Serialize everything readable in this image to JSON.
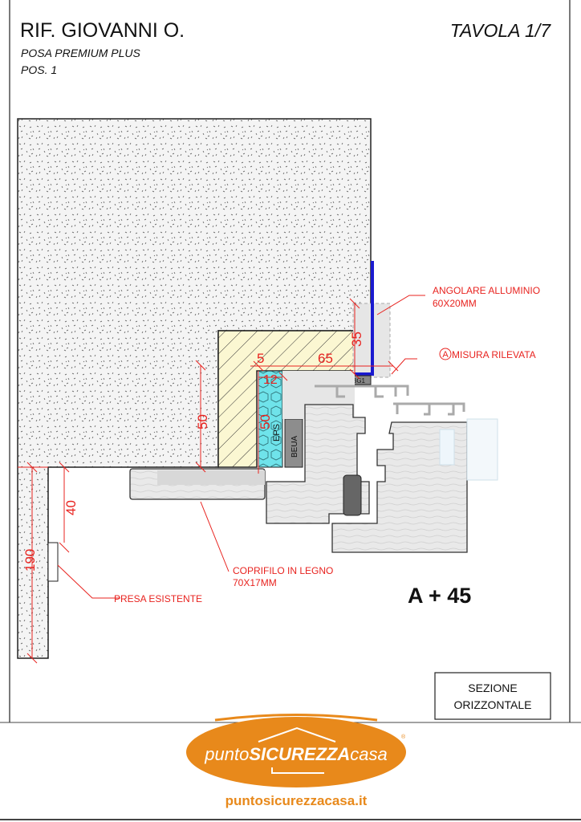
{
  "header": {
    "title": "RIF. GIOVANNI O.",
    "subtitle": "POSA PREMIUM PLUS",
    "position": "POS. 1",
    "sheet": "TAVOLA 1/7"
  },
  "dimensions": {
    "d35": "35",
    "d5": "5",
    "d65": "65",
    "d12": "12",
    "d50_eps": "50",
    "d50_wall": "50",
    "d40": "40",
    "d190": "190"
  },
  "materials": {
    "eps": "EPS",
    "beua": "BEUA",
    "bg": "BG1"
  },
  "labels": {
    "angle": "ANGOLARE ALLUMINIO",
    "angle_size": "60X20MM",
    "measure_marker": "A",
    "measure": "MISURA RILEVATA",
    "trim": "COPRIFILO IN LEGNO",
    "trim_size": "70X17MM",
    "socket": "PRESA ESISTENTE",
    "formula": "A + 45"
  },
  "section_box": {
    "line1": "SEZIONE",
    "line2": "ORIZZONTALE"
  },
  "logo": {
    "brand_light": "punto",
    "brand_bold": "SICUREZZA",
    "brand_end": "casa",
    "registered": "®",
    "url": "puntosicurezzacasa.it"
  },
  "colors": {
    "dimension": "#e8231f",
    "angle": "#1a1ad0",
    "eps": "#6fe3ea",
    "hatch_fill": "#fbf7d2",
    "brand": "#e8891b"
  }
}
